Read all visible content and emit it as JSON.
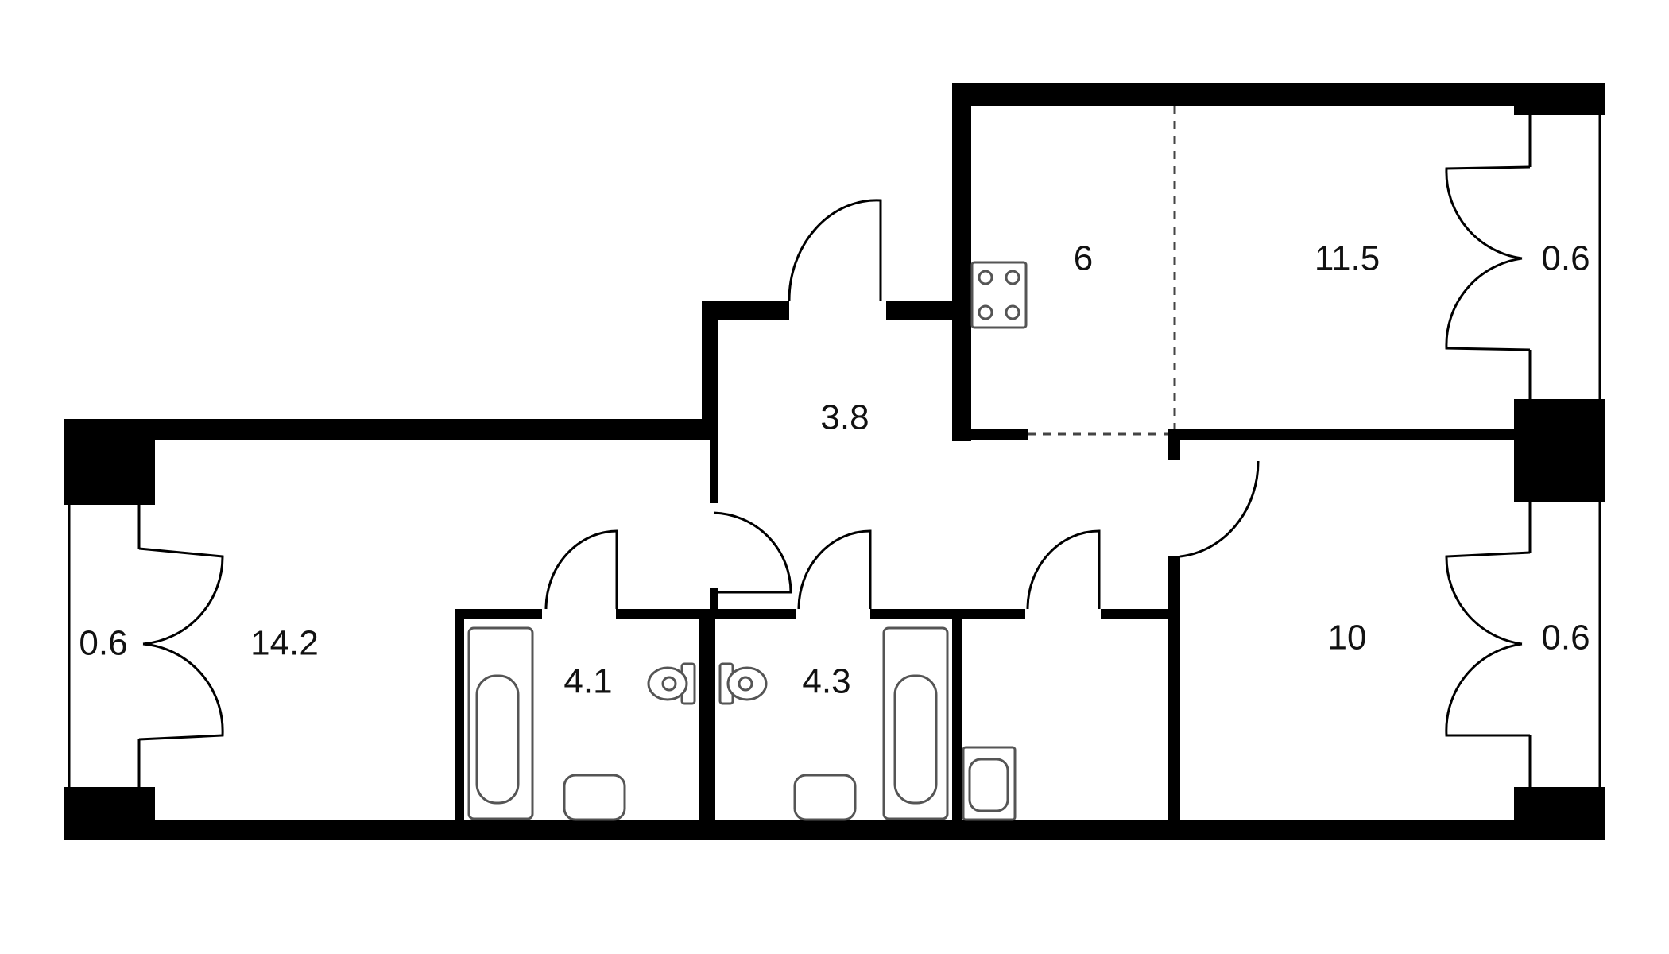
{
  "floor_plan": {
    "rooms": [
      {
        "id": "living-room",
        "area": "14.2"
      },
      {
        "id": "balcony-left",
        "area": "0.6"
      },
      {
        "id": "hallway",
        "area": "3.8"
      },
      {
        "id": "kitchen",
        "area": "6"
      },
      {
        "id": "room-top",
        "area": "11.5"
      },
      {
        "id": "balcony-top-right",
        "area": "0.6"
      },
      {
        "id": "bedroom",
        "area": "10"
      },
      {
        "id": "balcony-bottom-right",
        "area": "0.6"
      },
      {
        "id": "bathroom-1",
        "area": "4.1"
      },
      {
        "id": "bathroom-2",
        "area": "4.3"
      }
    ],
    "colors": {
      "wall": "#000000",
      "background": "#ffffff",
      "text": "#111111"
    }
  }
}
